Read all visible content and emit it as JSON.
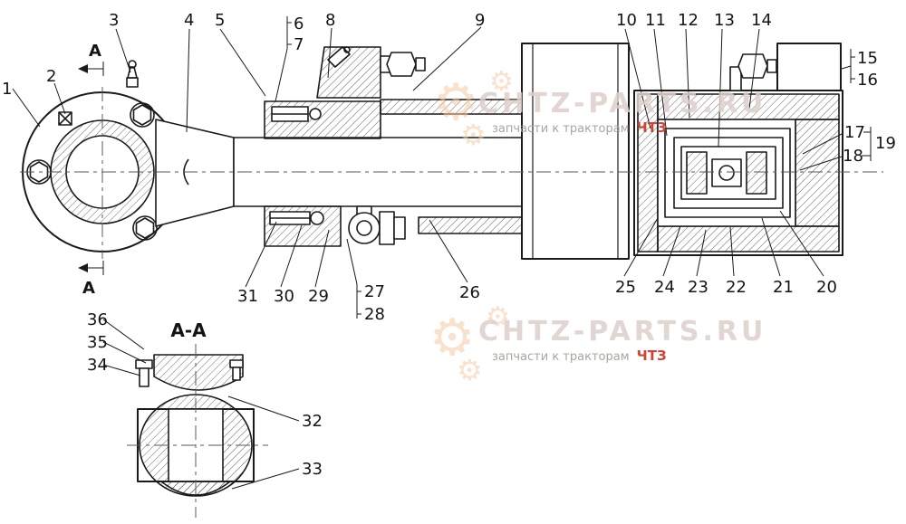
{
  "page": {
    "background": "#ffffff",
    "line_color": "#1a1a1a"
  },
  "watermark": {
    "title": "CHTZ-PARTS.RU",
    "subtitle": "запчасти к тракторам",
    "brand": "ЧТЗ",
    "title_color": "#ddcfcb",
    "subtitle_color": "#a39a94",
    "brand_color": "#cf3a28",
    "gear_color": "#f6c9a0"
  },
  "icons": {
    "gear_glyph": "⚙"
  },
  "view": {
    "section_arrow_label": "A",
    "section_title": "A-A"
  },
  "callouts": {
    "n1": "1",
    "n2": "2",
    "n3": "3",
    "n4": "4",
    "n5": "5",
    "n6": "6",
    "n7": "7",
    "n8": "8",
    "n9": "9",
    "n10": "10",
    "n11": "11",
    "n12": "12",
    "n13": "13",
    "n14": "14",
    "n15": "15",
    "n16": "16",
    "n17": "17",
    "n18": "18",
    "n19": "19",
    "n20": "20",
    "n21": "21",
    "n22": "22",
    "n23": "23",
    "n24": "24",
    "n25": "25",
    "n26": "26",
    "n27": "27",
    "n28": "28",
    "n29": "29",
    "n30": "30",
    "n31": "31",
    "n32": "32",
    "n33": "33",
    "n34": "34",
    "n35": "35",
    "n36": "36"
  }
}
